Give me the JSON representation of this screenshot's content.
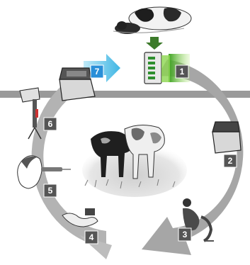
{
  "diagram": {
    "steps": [
      {
        "number": "1",
        "icon": "monitoring-device-icon",
        "color": "#555555"
      },
      {
        "number": "2",
        "icon": "analyzer-box-icon",
        "color": "#555555"
      },
      {
        "number": "3",
        "icon": "farmer-sampling-icon",
        "color": "#555555"
      },
      {
        "number": "4",
        "icon": "sample-tube-icon",
        "color": "#555555"
      },
      {
        "number": "5",
        "icon": "nasal-swab-icon",
        "color": "#555555"
      },
      {
        "number": "6",
        "icon": "lab-instrument-icon",
        "color": "#555555"
      },
      {
        "number": "7",
        "icon": "analyzer-box-icon",
        "color": "#2a8fd8"
      }
    ],
    "colors": {
      "cycle_arrow": "#a6a6a6",
      "horizontal_band": "#9a9a9a",
      "down_arrow": "#3c7a2a",
      "device_glow": "#7fd24a",
      "top_arrow": "#5fc8ea",
      "badge_highlight": "#2a8fd8"
    },
    "illustrations": {
      "top": "lying-cow-with-calf-icon",
      "center": "calves-in-field-icon"
    }
  }
}
